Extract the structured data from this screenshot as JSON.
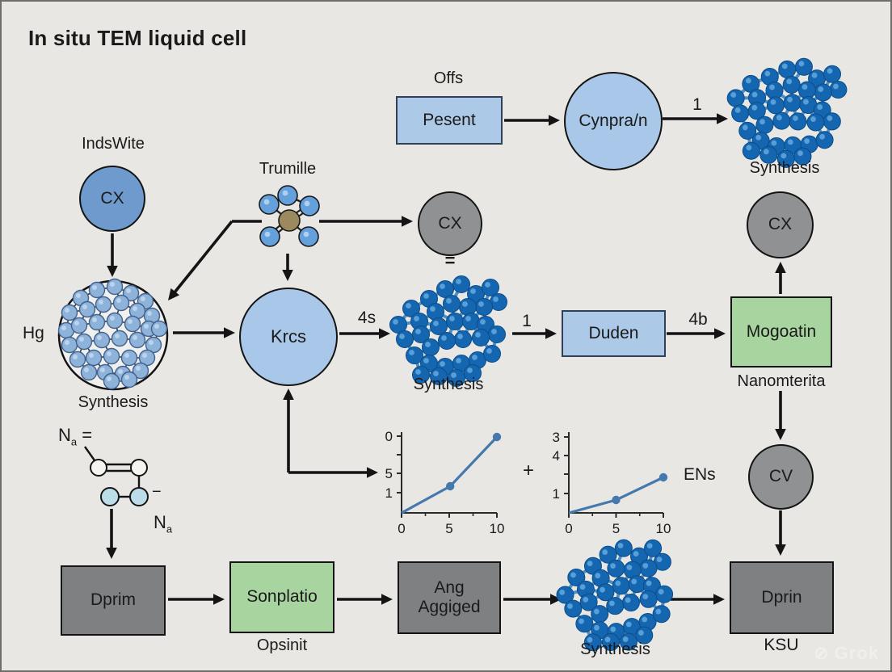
{
  "title": "In situ TEM liquid cell",
  "watermark": "Grok",
  "colors": {
    "background": "#e8e7e4",
    "blue_rect": "#adc9e8",
    "blue_circle_light": "#a9c7e8",
    "blue_circle_medium": "#6e9ace",
    "gray_node": "#909192",
    "gray_rect": "#7f8081",
    "green_rect": "#a7d49f",
    "cluster_blue": "#1566b1",
    "cell_sphere_blue": "#8eb3da",
    "chart_line": "#4579ad",
    "arrow": "#141414"
  },
  "top_flow": {
    "offs": "Offs",
    "pesent": "Pesent",
    "cynprain": "Cynpra/n",
    "arrow_label": "1",
    "synthesis": "Synthesis"
  },
  "left_flow": {
    "indswite": "IndsWite",
    "cx": "CX",
    "hg": "Hg",
    "synthesis": "Synthesis"
  },
  "mid_flow": {
    "trumille": "Trumille",
    "cx": "CX",
    "equals": "=",
    "krcs": "Krcs",
    "arrow_4s": "4s",
    "synthesis": "Synthesis",
    "arrow_1": "1",
    "duden": "Duden",
    "arrow_4b": "4b",
    "mogoatin": "Mogoatin",
    "nanomterita": "Nanomterita"
  },
  "right_flow": {
    "cx": "CX",
    "cv": "CV",
    "ens": "ENs"
  },
  "chem": {
    "label_base": "N",
    "label_sub": "a",
    "label_eq": "=",
    "minus": "−",
    "label2_base": "N",
    "label2_sub": "a"
  },
  "plus": "+",
  "bottom_flow": {
    "dprim": "Dprim",
    "sonplatio": "Sonplatio",
    "opsinit": "Opsinit",
    "ang_line1": "Ang",
    "ang_line2": "Aggiged",
    "synthesis": "Synthesis",
    "dprin": "Dprin",
    "ksu": "KSU"
  },
  "chart_data": [
    {
      "type": "line",
      "title": "",
      "x_ticks": [
        {
          "label": "0",
          "frac": 0
        },
        {
          "label": "5",
          "frac": 0.5
        },
        {
          "label": "10",
          "frac": 1
        }
      ],
      "y_ticks": [
        {
          "label": "0",
          "frac": 0.95
        },
        {
          "label": "",
          "frac": 0.72
        },
        {
          "label": "5",
          "frac": 0.49
        },
        {
          "label": "1",
          "frac": 0.25
        }
      ],
      "points_frac": [
        [
          0,
          0
        ],
        [
          0.51,
          0.33
        ],
        [
          1,
          0.94
        ]
      ],
      "marker_indices": [
        1,
        2
      ],
      "line_color": "#4579ad",
      "grid": false
    },
    {
      "type": "line",
      "title": "",
      "x_ticks": [
        {
          "label": "0",
          "frac": 0
        },
        {
          "label": "5",
          "frac": 0.5
        },
        {
          "label": "10",
          "frac": 1
        }
      ],
      "y_ticks": [
        {
          "label": "3",
          "frac": 0.94
        },
        {
          "label": "4",
          "frac": 0.71
        },
        {
          "label": "",
          "frac": 0.48
        },
        {
          "label": "1",
          "frac": 0.24
        }
      ],
      "points_frac": [
        [
          0,
          0
        ],
        [
          0.5,
          0.16
        ],
        [
          1,
          0.44
        ]
      ],
      "marker_indices": [
        1,
        2
      ],
      "line_color": "#4579ad",
      "grid": false
    }
  ]
}
